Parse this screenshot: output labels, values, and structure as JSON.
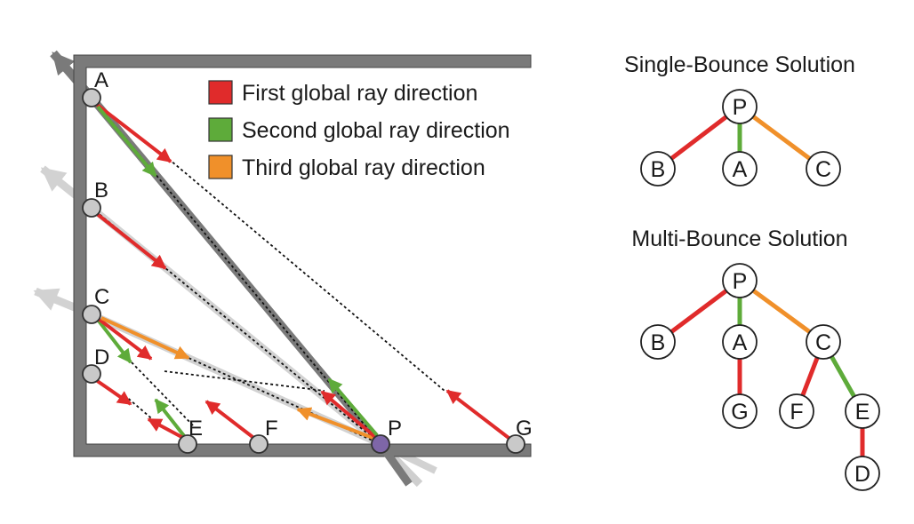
{
  "scene": {
    "points": [
      {
        "id": "A",
        "label": "A"
      },
      {
        "id": "B",
        "label": "B"
      },
      {
        "id": "C",
        "label": "C"
      },
      {
        "id": "D",
        "label": "D"
      },
      {
        "id": "E",
        "label": "E"
      },
      {
        "id": "F",
        "label": "F"
      },
      {
        "id": "P",
        "label": "P"
      },
      {
        "id": "G",
        "label": "G"
      }
    ]
  },
  "legend": [
    {
      "label": "First global ray direction",
      "color": "#e02b2b"
    },
    {
      "label": "Second global ray direction",
      "color": "#5eab3a"
    },
    {
      "label": "Third global ray direction",
      "color": "#f0902a"
    }
  ],
  "single_bounce": {
    "title": "Single-Bounce Solution",
    "nodes": {
      "root": "P",
      "b": "B",
      "a": "A",
      "c": "C"
    }
  },
  "multi_bounce": {
    "title": "Multi-Bounce Solution",
    "nodes": {
      "root": "P",
      "b": "B",
      "a": "A",
      "c": "C",
      "g": "G",
      "f": "F",
      "e": "E",
      "d": "D"
    }
  },
  "colors": {
    "red": "#e02b2b",
    "green": "#5eab3a",
    "orange": "#f0902a",
    "wall": "#7a7a7a",
    "node_gray": "#c9c9c9",
    "node_p": "#7e66a8"
  }
}
